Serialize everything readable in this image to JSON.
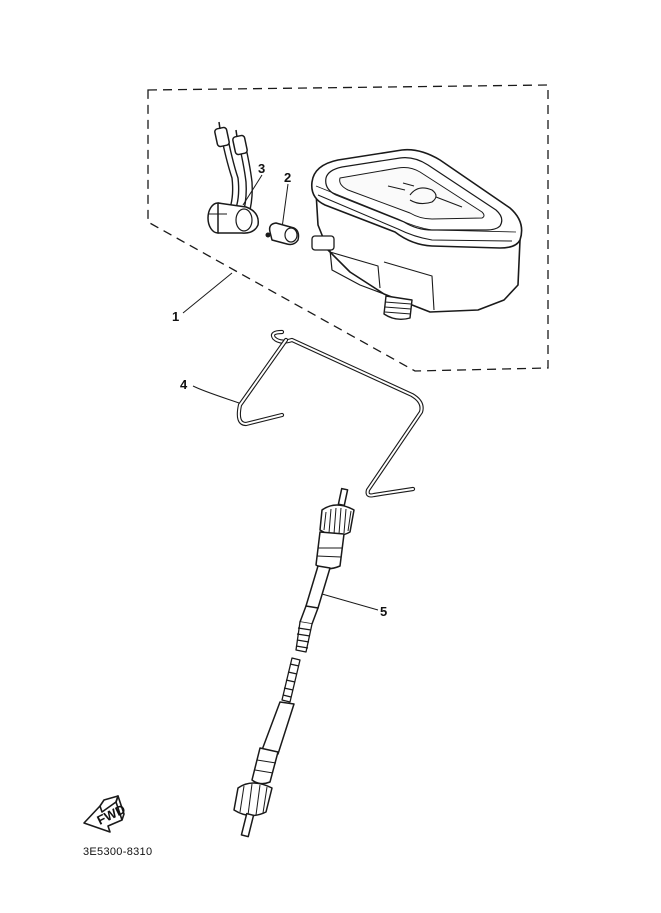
{
  "diagram": {
    "callouts": [
      {
        "id": "1",
        "label": "1"
      },
      {
        "id": "2",
        "label": "2"
      },
      {
        "id": "3",
        "label": "3"
      },
      {
        "id": "4",
        "label": "4"
      },
      {
        "id": "5",
        "label": "5"
      }
    ],
    "fwd_badge": "FWD",
    "figure_code": "3E5300-8310"
  },
  "colors": {
    "line": "#1a1a1a",
    "background": "#ffffff"
  }
}
